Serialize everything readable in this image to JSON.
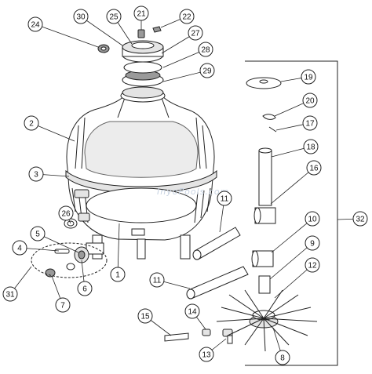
{
  "diagram": {
    "watermark": "InyoPools.com",
    "parts": [
      "1",
      "2",
      "3",
      "4",
      "5",
      "6",
      "7",
      "8",
      "9",
      "10",
      "11",
      "11",
      "12",
      "13",
      "14",
      "15",
      "16",
      "17",
      "18",
      "19",
      "20",
      "21",
      "22",
      "24",
      "25",
      "26",
      "27",
      "28",
      "29",
      "30",
      "31",
      "32"
    ]
  }
}
